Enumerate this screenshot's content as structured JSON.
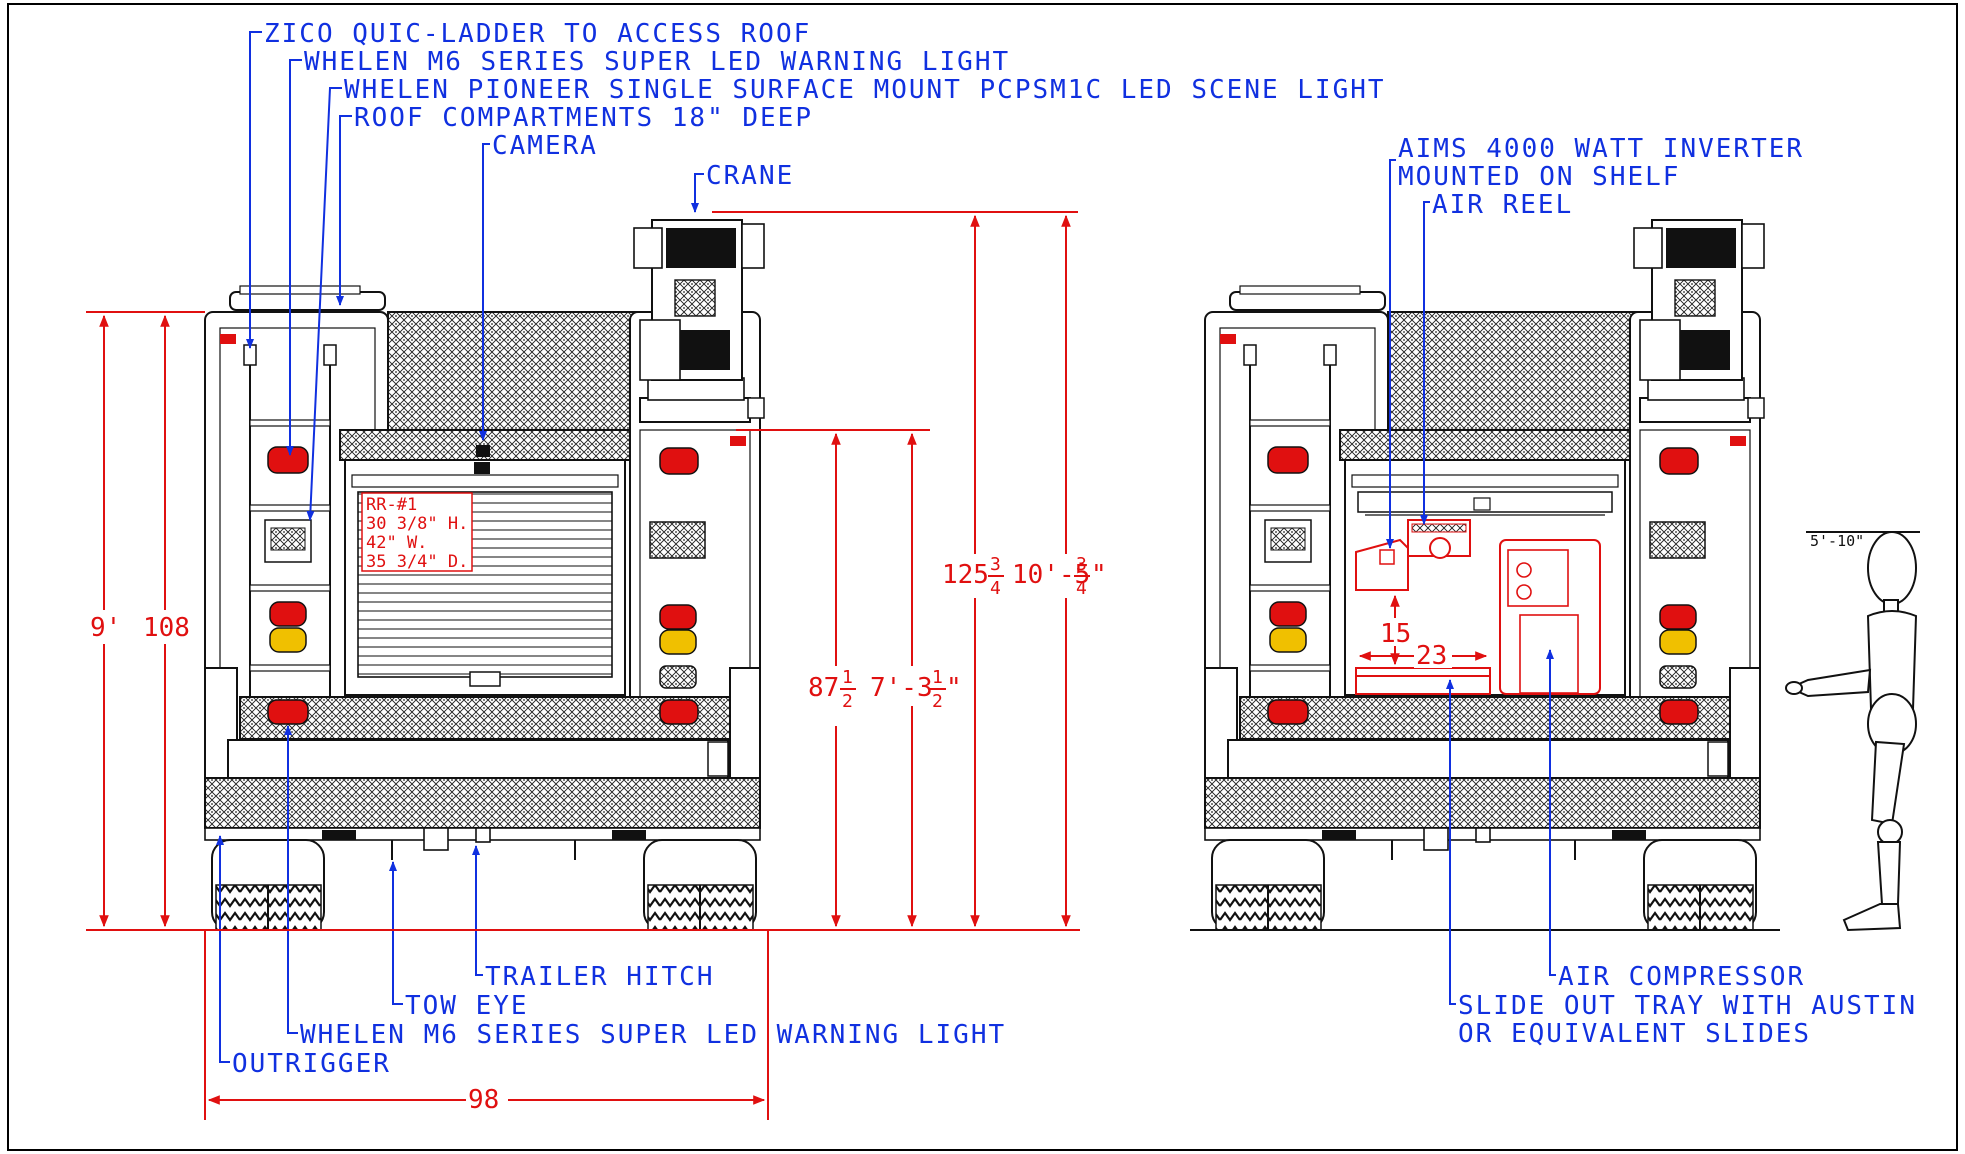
{
  "colors": {
    "callout": "#1030e0",
    "dimension": "#e01010",
    "linework": "#111111",
    "border": "#000000"
  },
  "left_view": {
    "callouts_top": [
      "ZICO QUIC-LADDER TO ACCESS ROOF",
      "WHELEN M6 SERIES SUPER LED WARNING LIGHT",
      "WHELEN PIONEER SINGLE SURFACE MOUNT PCPSM1C LED SCENE LIGHT",
      "ROOF COMPARTMENTS 18\" DEEP",
      "CAMERA",
      "CRANE"
    ],
    "callouts_bottom": [
      "TRAILER HITCH",
      "TOW EYE",
      "WHELEN M6 SERIES SUPER LED WARNING LIGHT",
      "OUTRIGGER"
    ],
    "compartment_tag": [
      "RR-#1",
      "30 3/8\" H.",
      "42\" W.",
      "35 3/4\" D."
    ],
    "dimensions": {
      "height_ft": "9'",
      "height_in": "108",
      "comp_height_in": "87",
      "comp_height_ft": "7'-3",
      "overall_in": "125",
      "overall_ft": "10'-5",
      "width_in": "98",
      "fraction_half_num": "1",
      "fraction_half_den": "2",
      "fraction_three_num": "3",
      "fraction_three_den": "4",
      "inch_mark": "\""
    }
  },
  "right_view": {
    "callouts_top": [
      "AIMS 4000 WATT INVERTER",
      "MOUNTED ON SHELF",
      "AIR REEL"
    ],
    "callouts_bottom": [
      "AIR COMPRESSOR",
      "SLIDE OUT TRAY WITH AUSTIN",
      "OR EQUIVALENT SLIDES"
    ],
    "dimensions": {
      "tray_height": "15",
      "tray_width": "23",
      "person_height": "5'-10\""
    }
  }
}
